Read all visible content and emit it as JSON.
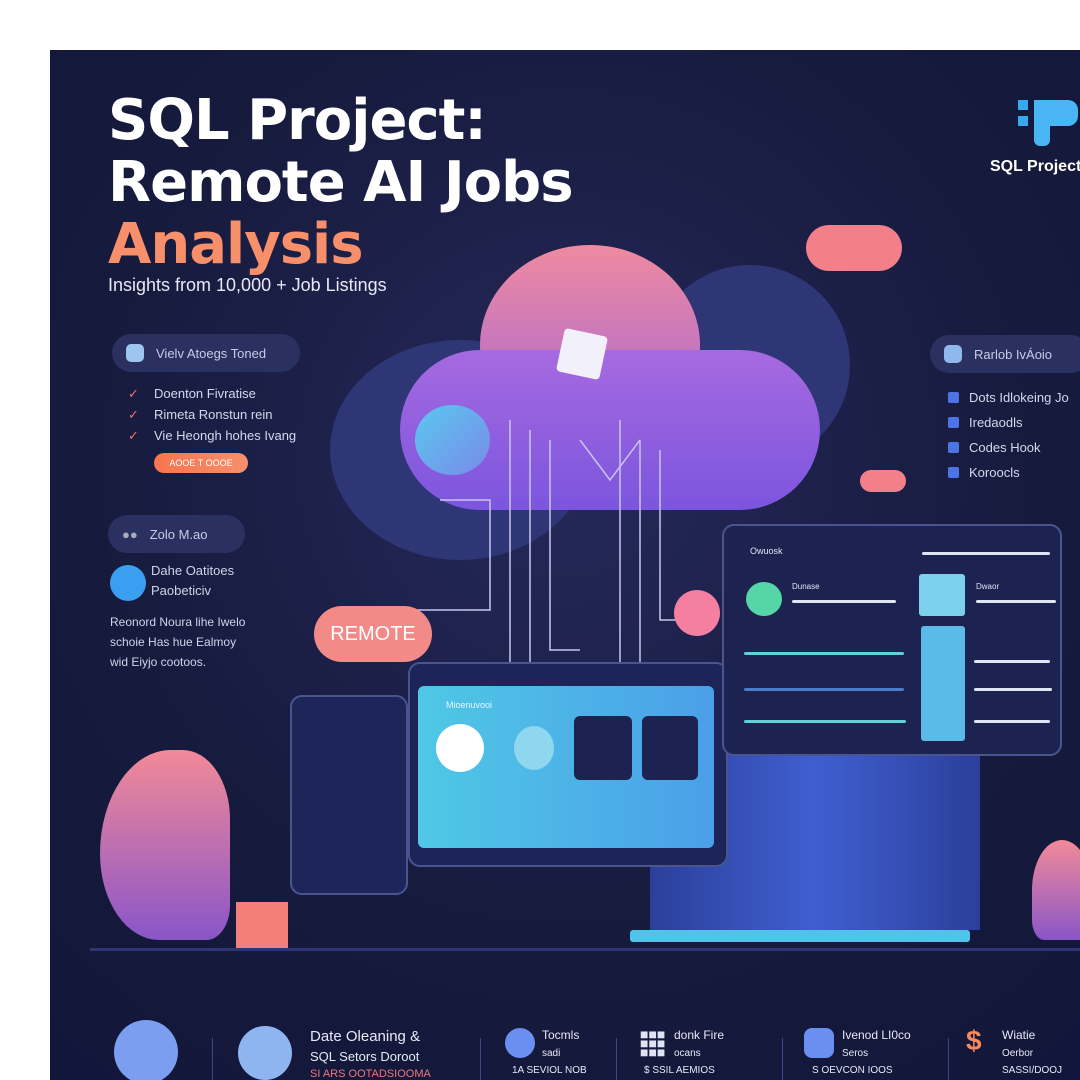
{
  "header": {
    "line1": "SQL Project:",
    "line2": "Remote AI Jobs",
    "line3": "Analysis",
    "subtitle": "Insights from 10,000 +  Job Listings"
  },
  "logo": {
    "label": "SQL Project",
    "color": "#3aa8f0"
  },
  "left_panel": {
    "pill1": "Vielv Atoegs Toned",
    "items": [
      "Doenton Fivratise",
      "Rimeta Ronstun rein",
      "Vie Heongh hohes Ivang"
    ],
    "button": "AOOE T OOOE",
    "pill2": "Zolo M.ao",
    "feature_title": [
      "Dahe Oatitoes",
      "Paobeticiv"
    ],
    "paragraph": [
      "Reonord Noura lihe Iwelo",
      "schoie Has hue Ealmoy",
      "wid Eiyjo cootoos."
    ]
  },
  "right_panel": {
    "pill": "Rarlob IvÁoio",
    "items": [
      "Dots Idlokeing Jo",
      "Iredaodls",
      "Codes Hook",
      "Koroocls"
    ]
  },
  "badges": {
    "remote": "REMOTE"
  },
  "dashboard_right": {
    "title": "Owuosk",
    "card1": "Dunase",
    "card2": "Dwaor"
  },
  "dashboard_center": {
    "title": "Mioenuvooi"
  },
  "footer": [
    {
      "icon": "database-icon",
      "title": "Date Oleaning &",
      "sub": "SQL  Setors Doroot",
      "extra": "SI ARS OOTADSIOOMA"
    },
    {
      "icon": "cube-icon",
      "title": "Tocmls",
      "sub": "sadi",
      "extra": "1A SEVIOL NOB"
    },
    {
      "icon": "grid-icon",
      "title": "donk Fire",
      "sub": "ocans",
      "extra": "$ SSIL AEMIOS"
    },
    {
      "icon": "shield-icon",
      "title": "Ivenod LI0co",
      "sub": "Seros",
      "extra": "S OEVCON IOOS"
    },
    {
      "icon": "dollar-icon",
      "title": "Wiatie",
      "sub": "Oerbor",
      "extra": "SASSI/DOOJ"
    }
  ],
  "colors": {
    "background": "#161a3c",
    "accent": "#f7906a",
    "cloud": "#8a5ce0",
    "cyan": "#4fc3e8"
  }
}
